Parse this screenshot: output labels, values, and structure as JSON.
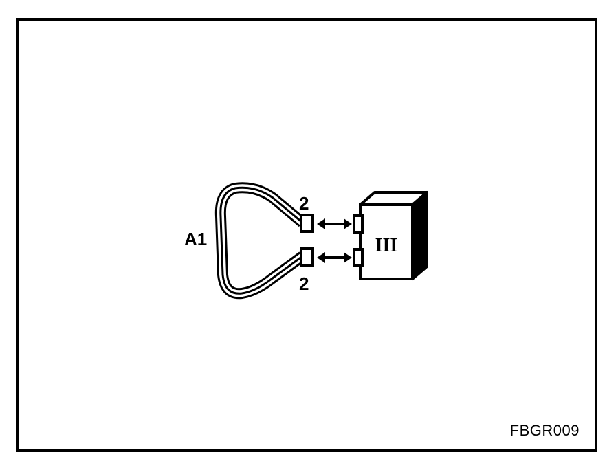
{
  "figure": {
    "code": "FBGR009",
    "connector_label": "A1",
    "pin_top": "2",
    "pin_bottom": "2",
    "module_marking": "III"
  },
  "colors": {
    "ink": "#000000",
    "paper": "#ffffff"
  },
  "icons": [
    "jumper-wire-icon",
    "double-arrow-icon",
    "connector-block-icon"
  ]
}
